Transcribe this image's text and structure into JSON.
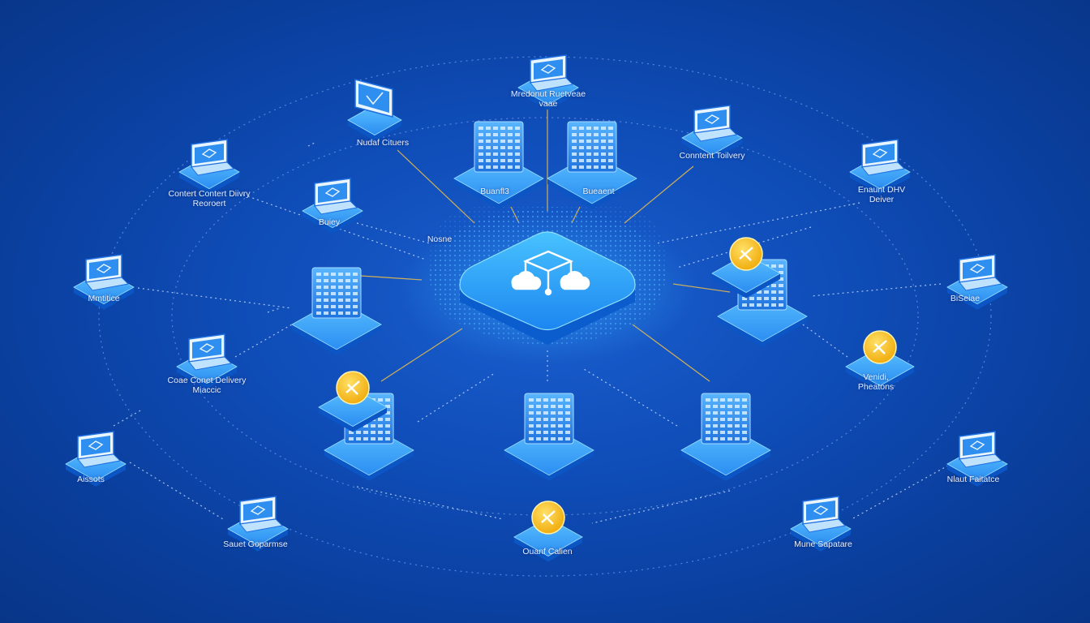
{
  "colors": {
    "background": "#0f4db8",
    "hub_top": "#2aa7ff",
    "hub_side": "#0b63d6",
    "device": "#3aa0ff",
    "server": "#2f86ee",
    "accent_gold": "#f7c21c",
    "link_line": "#e8b94a",
    "dotted_ring": "#9fc2ff"
  },
  "hub": {
    "icon": "cloud-network-icon"
  },
  "nodes": [
    {
      "id": "top",
      "kind": "laptop",
      "label": "Mredonut Ruetveae\nvaae"
    },
    {
      "id": "upper-left",
      "kind": "monitor",
      "label": "Nudaf Cituers"
    },
    {
      "id": "srv-left",
      "kind": "server",
      "label": "Buanfl3"
    },
    {
      "id": "srv-right",
      "kind": "server",
      "label": "Bueaent"
    },
    {
      "id": "upper-right",
      "kind": "laptop",
      "label": "Conntent Toilvery"
    },
    {
      "id": "left-1",
      "kind": "laptop",
      "label": "Contert Contert Diivry\nReoroert"
    },
    {
      "id": "left-2",
      "kind": "laptop",
      "label": "Buiey"
    },
    {
      "id": "right-1",
      "kind": "laptop",
      "label": "Enaunt DHV\nDeiver"
    },
    {
      "id": "mid-left",
      "kind": "laptop",
      "label": "Mmtitice"
    },
    {
      "id": "server-ml",
      "kind": "server",
      "label": "Nosne"
    },
    {
      "id": "server-mr",
      "kind": "server-badge",
      "label": ""
    },
    {
      "id": "mid-right",
      "kind": "laptop",
      "label": "BiSeiae"
    },
    {
      "id": "left-3",
      "kind": "laptop",
      "label": "Coae Conet Delivery\nMiaccic"
    },
    {
      "id": "right-3",
      "kind": "badge",
      "label": "Venidi,\nPheatons"
    },
    {
      "id": "server-bl",
      "kind": "server-badge",
      "label": ""
    },
    {
      "id": "server-bc",
      "kind": "server",
      "label": ""
    },
    {
      "id": "server-br",
      "kind": "server",
      "label": ""
    },
    {
      "id": "bottom-left",
      "kind": "laptop",
      "label": "Aissots"
    },
    {
      "id": "bottom-right",
      "kind": "laptop",
      "label": "Nlaut Faitatce"
    },
    {
      "id": "low-left",
      "kind": "laptop",
      "label": "Sauet Goparmse"
    },
    {
      "id": "low-center",
      "kind": "badge",
      "label": "Ouanf Calien"
    },
    {
      "id": "low-right",
      "kind": "laptop",
      "label": "Mune Sapatare"
    }
  ]
}
